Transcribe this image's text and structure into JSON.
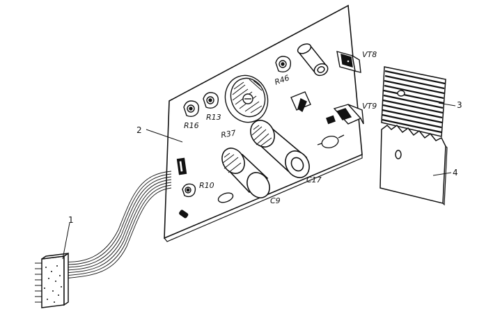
{
  "components": {
    "r16": "R16",
    "r13": "R13",
    "r37": "R37",
    "r46": "R46",
    "vt8": "VT8",
    "vt9": "VT9",
    "r10": "R10",
    "c17": "C17",
    "c9": "C9"
  },
  "callouts": {
    "connector": "1",
    "board": "2",
    "heatsink_plate": "3",
    "heatsink_bracket": "4"
  },
  "colors": {
    "ink": "#111111",
    "paper": "#ffffff"
  }
}
